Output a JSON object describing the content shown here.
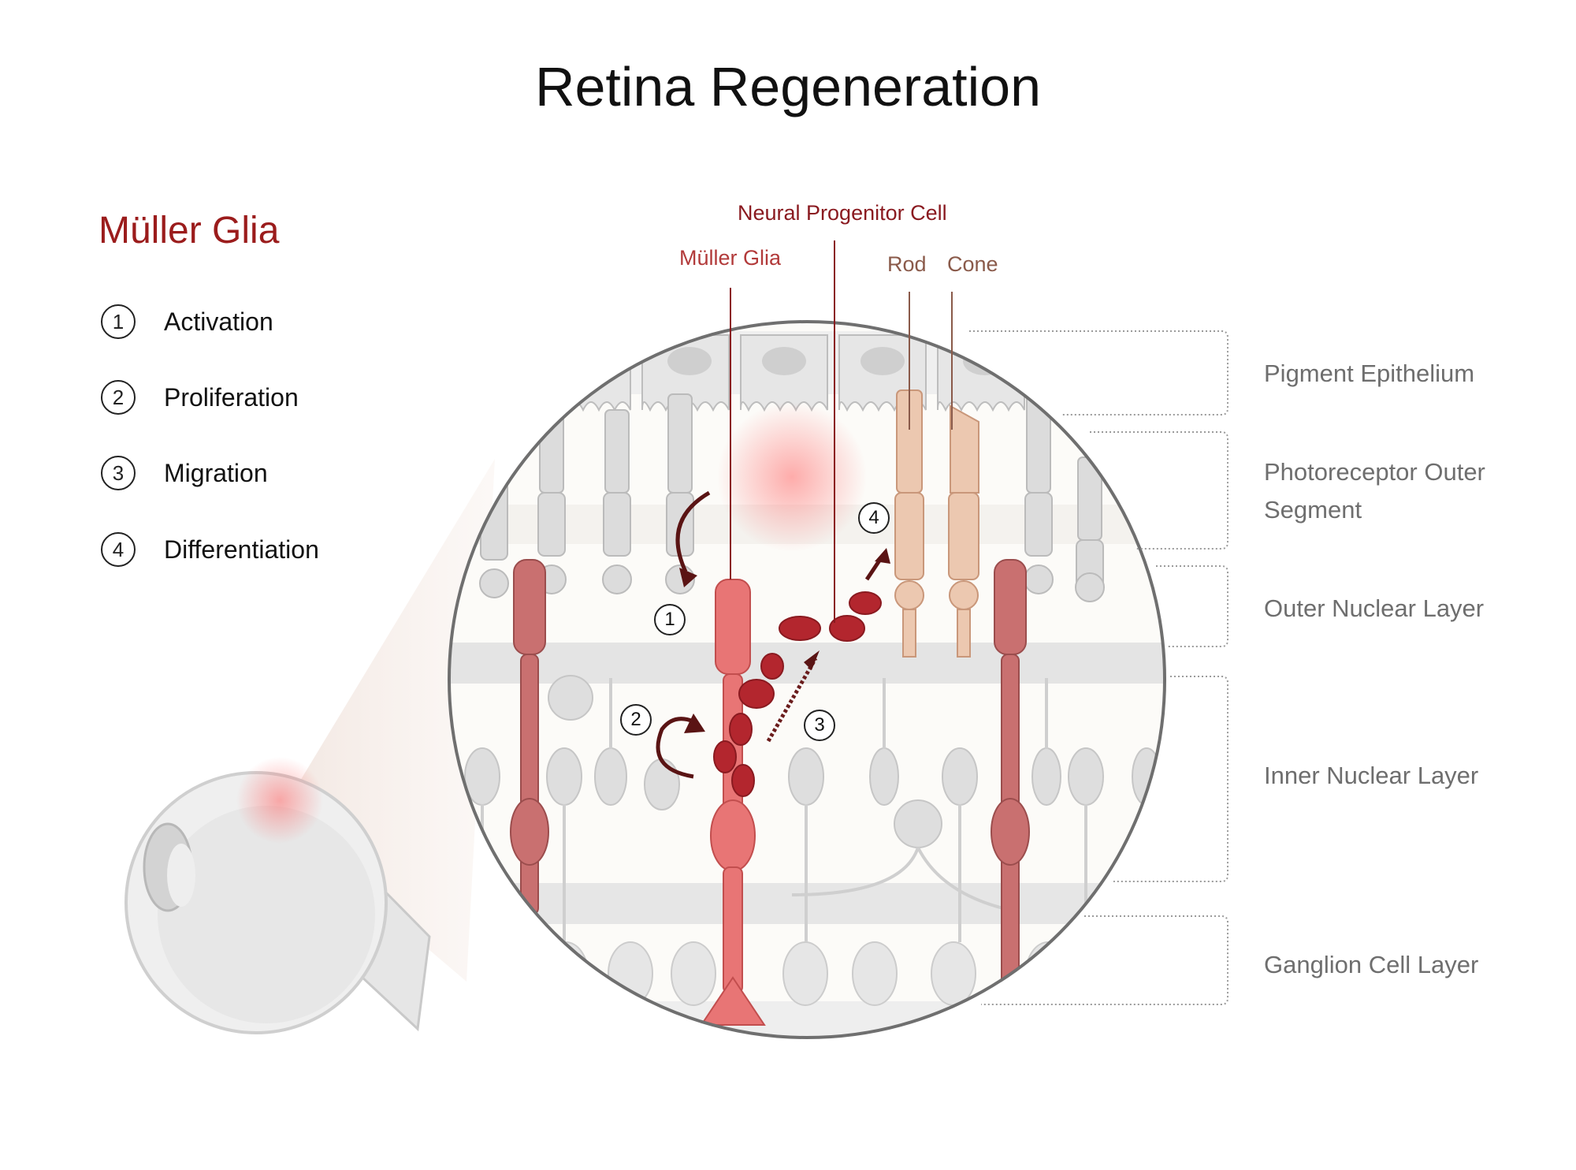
{
  "title": "Retina Regeneration",
  "legend": {
    "title": "Müller Glia",
    "items": [
      {
        "num": "1",
        "label": "Activation"
      },
      {
        "num": "2",
        "label": "Proliferation"
      },
      {
        "num": "3",
        "label": "Migration"
      },
      {
        "num": "4",
        "label": "Differentiation"
      }
    ]
  },
  "callouts": {
    "neural_progenitor": "Neural Progenitor Cell",
    "muller_glia": "Müller Glia",
    "rod": "Rod",
    "cone": "Cone"
  },
  "layers": [
    {
      "label": "Pigment Epithelium"
    },
    {
      "label": "Photoreceptor Outer Segment"
    },
    {
      "label": "Outer Nuclear Layer"
    },
    {
      "label": "Inner Nuclear Layer"
    },
    {
      "label": "Ganglion Cell Layer"
    }
  ],
  "steps": [
    "1",
    "2",
    "3",
    "4"
  ],
  "colors": {
    "title": "#111111",
    "muller_red": "#9b1c1c",
    "muller_cell": "#e06b6b",
    "progenitor": "#b3262e",
    "photoreceptor": "#e8c4ad",
    "gray_cells": "#cfcfcf",
    "layer_label": "#6e6e6e"
  }
}
